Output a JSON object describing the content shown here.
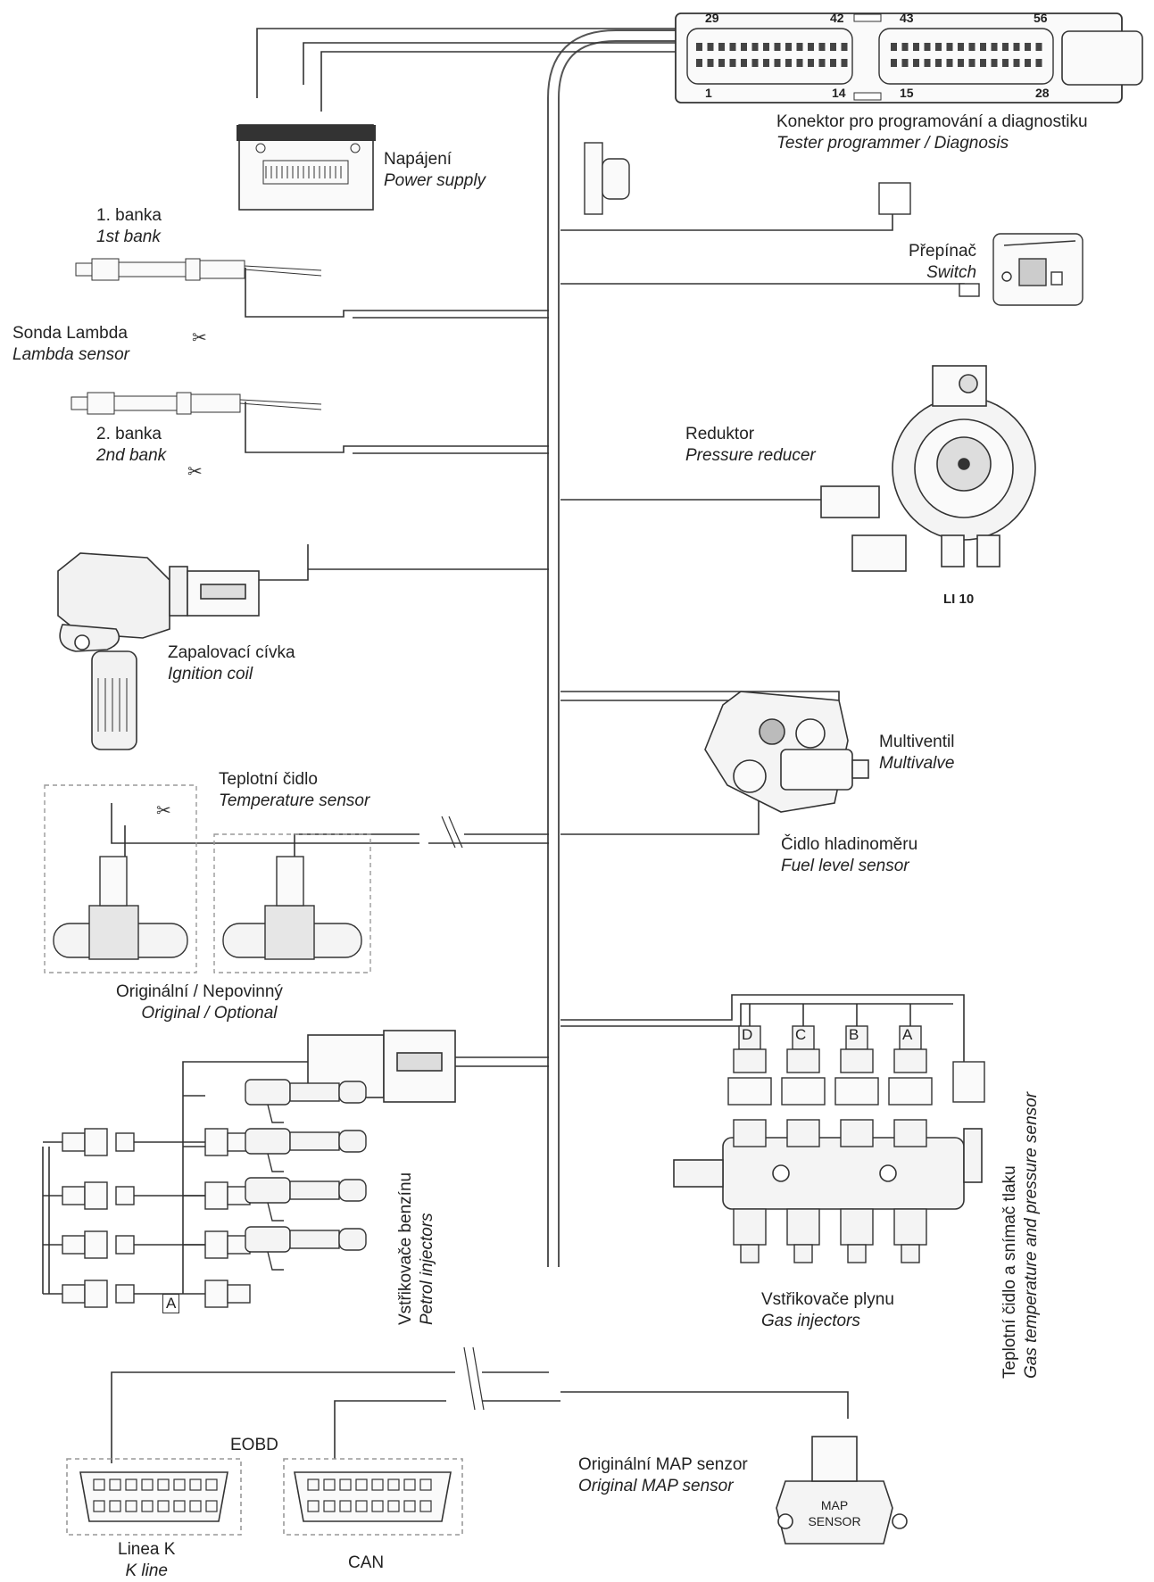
{
  "connector": {
    "label_cz": "Konektor pro programování a diagnostiku",
    "label_en": "Tester programmer / Diagnosis",
    "pins_top": [
      "29",
      "42",
      "43",
      "56"
    ],
    "pins_bottom": [
      "1",
      "14",
      "15",
      "28"
    ]
  },
  "power_supply": {
    "label_cz": "Napájení",
    "label_en": "Power supply"
  },
  "bank1": {
    "label_cz": "1. banka",
    "label_en": "1st bank"
  },
  "lambda": {
    "label_cz": "Sonda Lambda",
    "label_en": "Lambda sensor"
  },
  "bank2": {
    "label_cz": "2. banka",
    "label_en": "2nd bank"
  },
  "switch": {
    "label_cz": "Přepínač",
    "label_en": "Switch"
  },
  "reducer": {
    "label_cz": "Reduktor",
    "label_en": "Pressure reducer",
    "model": "LI 10"
  },
  "ignition": {
    "label_cz": "Zapalovací cívka",
    "label_en": "Ignition coil"
  },
  "multivalve": {
    "label_cz": "Multiventil",
    "label_en": "Multivalve"
  },
  "temp_sensor": {
    "label_cz": "Teplotní čidlo",
    "label_en": "Temperature sensor"
  },
  "fuel_level": {
    "label_cz": "Čidlo hladinoměru",
    "label_en": "Fuel level sensor"
  },
  "orig_optional": {
    "label_cz": "Originální / Nepovinný",
    "label_en": "Original / Optional"
  },
  "petrol_injectors": {
    "label_cz": "Vstřikovače benzínu",
    "label_en": "Petrol injectors",
    "mark": "A"
  },
  "gas_injectors": {
    "label_cz": "Vstřikovače plynu",
    "label_en": "Gas injectors",
    "letters": [
      "D",
      "C",
      "B",
      "A"
    ]
  },
  "gas_temp_pressure": {
    "label_cz": "Teplotní čidlo a snímač tlaku",
    "label_en": "Gas temperature and pressure sensor"
  },
  "eobd": {
    "label": "EOBD",
    "kline_cz": "Linea K",
    "kline_en": "K line",
    "can": "CAN"
  },
  "map_sensor": {
    "label_cz": "Originální MAP senzor",
    "label_en": "Original MAP sensor",
    "body_line1": "MAP",
    "body_line2": "SENSOR"
  }
}
